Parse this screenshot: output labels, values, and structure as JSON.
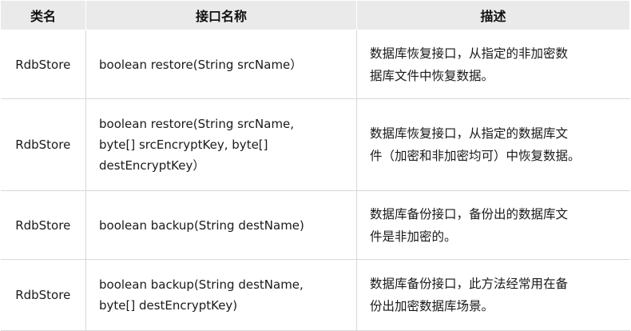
{
  "table": {
    "headers": {
      "class_name": "类名",
      "interface_name": "接口名称",
      "description": "描述"
    },
    "rows": [
      {
        "class_name": "RdbStore",
        "interface_lines": [
          "boolean restore(String srcName）"
        ],
        "description_lines": [
          "数据库恢复接口，从指定的非加密数",
          "据库文件中恢复数据。"
        ]
      },
      {
        "class_name": "RdbStore",
        "interface_lines": [
          "boolean restore(String srcName,",
          "byte[] srcEncryptKey, byte[]",
          "destEncryptKey）"
        ],
        "description_lines": [
          "数据库恢复接口，从指定的数据库文",
          "件（加密和非加密均可）中恢复数据。"
        ]
      },
      {
        "class_name": "RdbStore",
        "interface_lines": [
          "boolean backup(String destName)"
        ],
        "description_lines": [
          "数据库备份接口，备份出的数据库文",
          "件是非加密的。"
        ]
      },
      {
        "class_name": "RdbStore",
        "interface_lines": [
          "boolean backup(String destName,",
          "byte[] destEncryptKey)"
        ],
        "description_lines": [
          "数据库备份接口，此方法经常用在备",
          "份出加密数据库场景。"
        ]
      }
    ]
  }
}
